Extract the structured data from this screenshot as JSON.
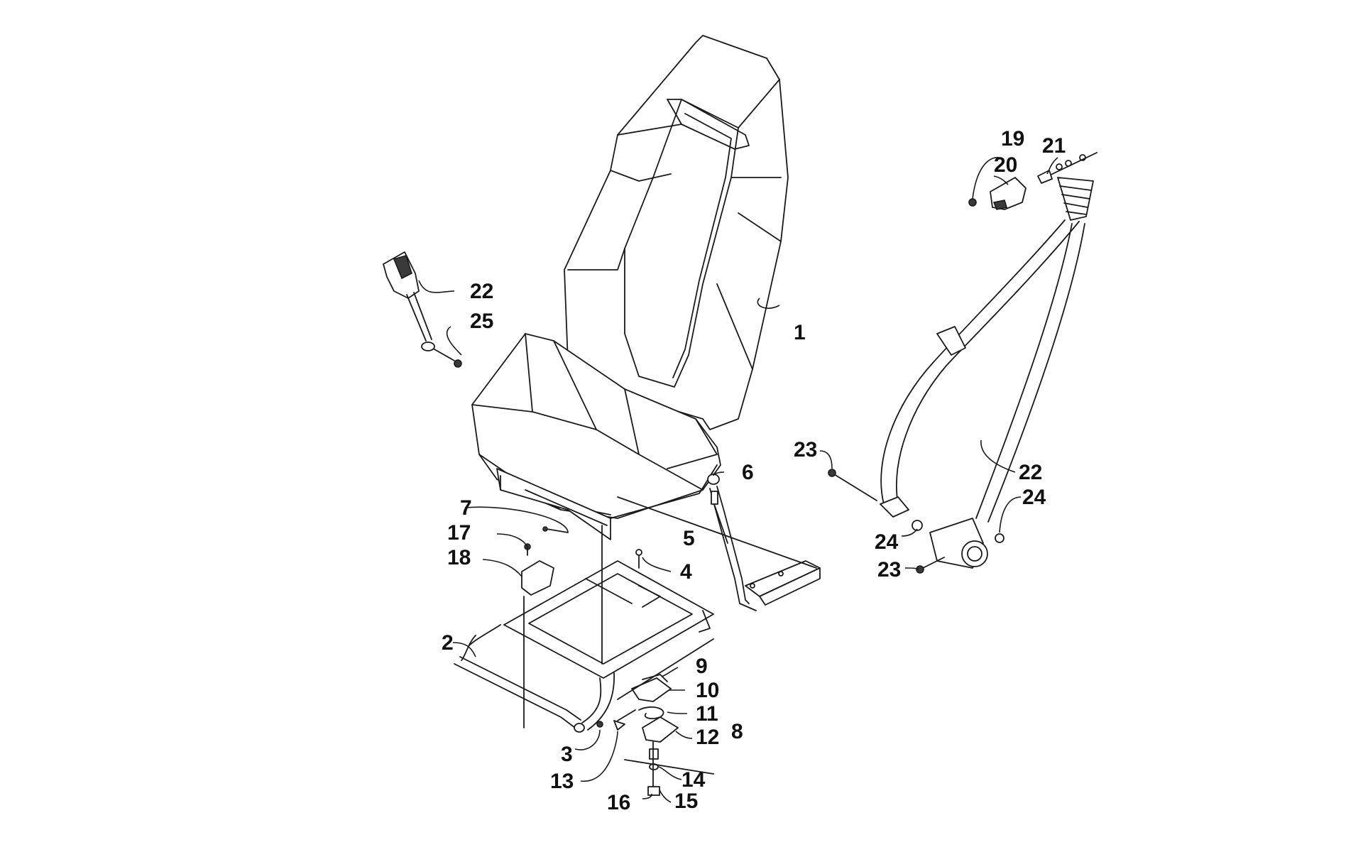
{
  "diagram": {
    "colors": {
      "ink": "#1a1a1a",
      "background": "#ffffff"
    },
    "callouts": {
      "c1": "1",
      "c2": "2",
      "c3": "3",
      "c4": "4",
      "c5": "5",
      "c6": "6",
      "c7": "7",
      "c8": "8",
      "c9": "9",
      "c10": "10",
      "c11": "11",
      "c12": "12",
      "c13": "13",
      "c14": "14",
      "c15": "15",
      "c16": "16",
      "c17": "17",
      "c18": "18",
      "c19": "19",
      "c20": "20",
      "c21": "21",
      "c22a": "22",
      "c22b": "22",
      "c23a": "23",
      "c23b": "23",
      "c24a": "24",
      "c24b": "24",
      "c25": "25"
    }
  }
}
